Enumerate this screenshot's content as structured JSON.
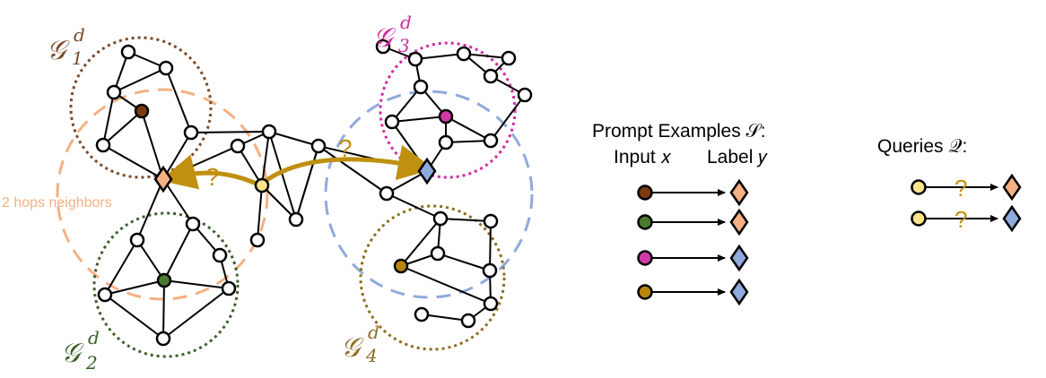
{
  "graph_labels": {
    "g1": {
      "base": "𝒢",
      "sub": "1",
      "sup": "d",
      "color": "#7a4a2a"
    },
    "g2": {
      "base": "𝒢",
      "sub": "2",
      "sup": "d",
      "color": "#3d5f2c"
    },
    "g3": {
      "base": "𝒢",
      "sub": "3",
      "sup": "d",
      "color": "#d02a9e"
    },
    "g4": {
      "base": "𝒢",
      "sub": "4",
      "sup": "d",
      "color": "#8c6d1f"
    }
  },
  "hops_label": "2 hops neighbors",
  "question_mark": "?",
  "prompt": {
    "title": "Prompt Examples 𝒮:",
    "input_label": "Input 𝑥",
    "label_label": "Label 𝑦",
    "examples": [
      {
        "input_color": "#7a3a12",
        "label_color": "#f4b183"
      },
      {
        "input_color": "#4a7a32",
        "label_color": "#f4b183"
      },
      {
        "input_color": "#d03aa8",
        "label_color": "#8faadc"
      },
      {
        "input_color": "#b8860b",
        "label_color": "#8faadc"
      }
    ]
  },
  "queries": {
    "title": "Queries 𝒬:",
    "items": [
      {
        "input_color": "#ffe38a",
        "label_color": "#f4b183"
      },
      {
        "input_color": "#ffe38a",
        "label_color": "#8faadc"
      }
    ]
  },
  "colors": {
    "orange_neighborhood": "#f4b183",
    "blue_neighborhood": "#8faadc",
    "arrow_gold": "#c09010",
    "query_node": "#ffe38a"
  }
}
